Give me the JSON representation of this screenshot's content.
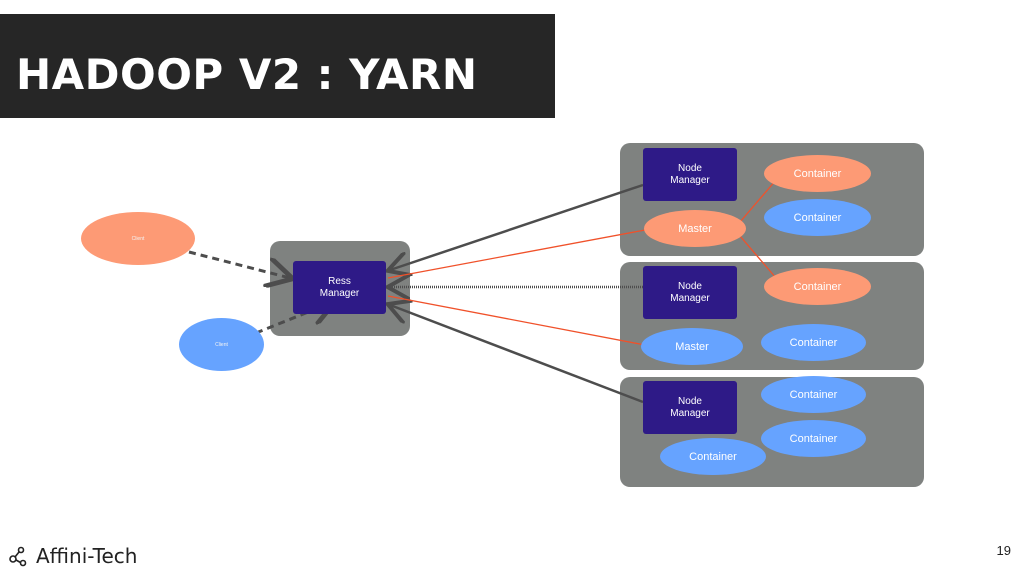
{
  "slide": {
    "title": "HADOOP V2 : YARN",
    "page_number": "19",
    "logo_text": "Affini-Tech"
  },
  "clients": [
    {
      "label": "Client",
      "color": "#fd9a75"
    },
    {
      "label": "Client",
      "color": "#66a3ff"
    }
  ],
  "resource_manager": {
    "label_line1": "Ress",
    "label_line2": "Manager"
  },
  "nodes": [
    {
      "manager_line1": "Node",
      "manager_line2": "Manager",
      "master": "Master",
      "containers": [
        "Container",
        "Container"
      ]
    },
    {
      "manager_line1": "Node",
      "manager_line2": "Manager",
      "master": "Master",
      "containers": [
        "Container",
        "Container"
      ]
    },
    {
      "manager_line1": "Node",
      "manager_line2": "Manager",
      "containers": [
        "Container",
        "Container",
        "Container"
      ]
    }
  ],
  "colors": {
    "panel": "#7f8280",
    "manager_box": "#2e1a87",
    "orange": "#fd9a75",
    "blue": "#66a3ff",
    "connector_gray": "#4d4d4d",
    "connector_red": "#f0512a",
    "title_bg": "#262626"
  }
}
